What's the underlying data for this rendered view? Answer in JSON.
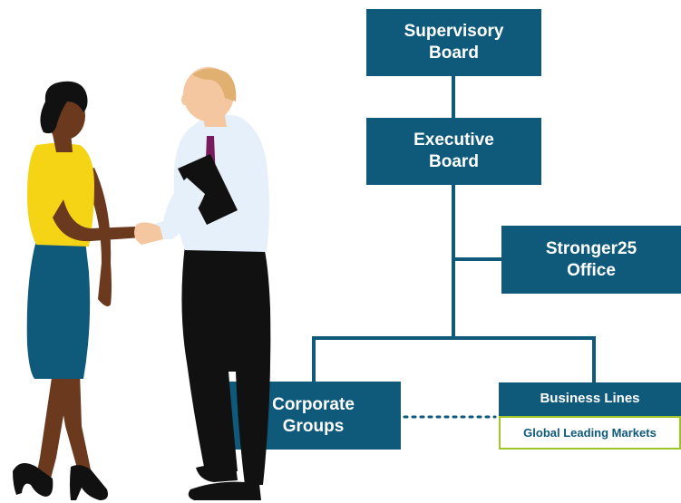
{
  "org_chart": {
    "supervisory_board": [
      "Supervisory",
      "Board"
    ],
    "executive_board": [
      "Executive",
      "Board"
    ],
    "stronger25_office": [
      "Stronger25",
      "Office"
    ],
    "corporate_groups": [
      "Corporate",
      "Groups"
    ],
    "business_lines": "Business Lines",
    "global_leading_markets": "Global Leading Markets"
  },
  "colors": {
    "box_fill": "#0f5a7a",
    "accent_border": "#9ec42a",
    "text_on_box": "#ffffff"
  },
  "illustration": {
    "subject": "two businesspeople shaking hands",
    "icon": "handshake-illustration-icon"
  }
}
